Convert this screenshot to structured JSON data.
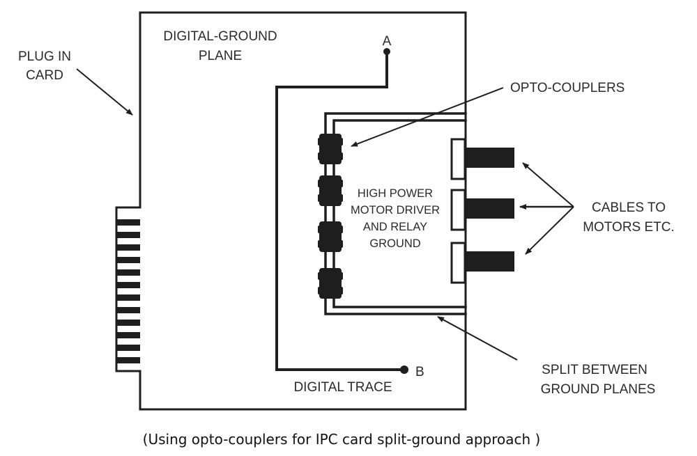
{
  "diagram": {
    "title_caption": "(Using opto-couplers for IPC card split-ground approach )",
    "labels": {
      "plug_in_card": [
        "PLUG IN",
        "CARD"
      ],
      "digital_ground_plane": [
        "DIGITAL-GROUND",
        "PLANE"
      ],
      "point_a": "A",
      "point_b": "B",
      "opto_couplers": "OPTO-COUPLERS",
      "high_power_ground": [
        "HIGH POWER",
        "MOTOR DRIVER",
        "AND RELAY",
        "GROUND"
      ],
      "cables_to_motors": [
        "CABLES TO",
        "MOTORS ETC."
      ],
      "split_between": [
        "SPLIT BETWEEN",
        "GROUND PLANES"
      ],
      "digital_trace": "DIGITAL TRACE"
    },
    "components": {
      "edge_connector_fingers": 12,
      "opto_couplers": 4,
      "motor_connectors": 3
    },
    "colors": {
      "ink": "#1e1e1e",
      "text": "#2a2a2a",
      "background": "#ffffff"
    }
  }
}
